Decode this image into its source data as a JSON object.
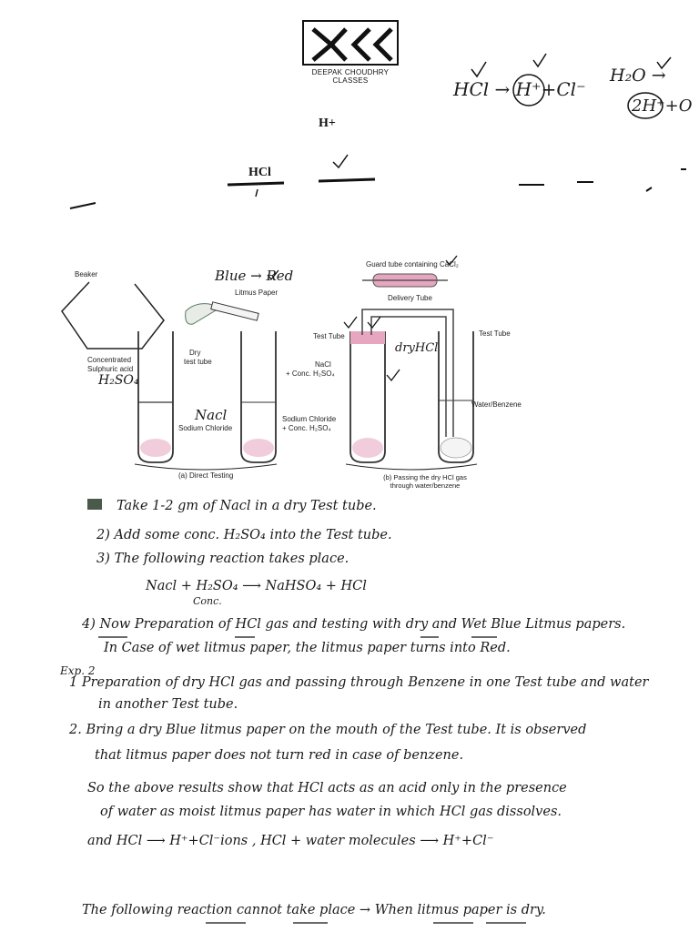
{
  "logo": {
    "caption": "DEEPAK CHOUDHRY CLASSES"
  },
  "top_notes": {
    "h_plus": "H+",
    "hcl": "HCl",
    "equation_part1": "HCl → H⁺+Cl⁻",
    "equation_part2": "H₂O →",
    "equation_part3": "2H⁺+O"
  },
  "diagram": {
    "left_labels": {
      "beaker": "Beaker",
      "acid_line1": "Concentrated",
      "acid_line2": "Sulphuric acid",
      "acid_formula": "H₂SO₄",
      "dry_tube_line1": "Dry",
      "dry_tube_line2": "test tube",
      "blue_red": "Blue → Red",
      "litmus_paper": "Litmus Paper",
      "nacl_hand": "Nacl",
      "sodium_chloride": "Sodium Chloride",
      "sodium_chloride_conc_line1": "Sodium Chloride",
      "sodium_chloride_conc_line2": "+ Conc. H₂SO₄",
      "caption": "(a) Direct Testing"
    },
    "right_labels": {
      "guard_tube": "Guard tube containing CaCl₂",
      "delivery_tube": "Delivery Tube",
      "test_tube_left": "Test Tube",
      "nacl_line1": "NaCl",
      "nacl_line2": "+ Conc. H₂SO₄",
      "dry_hcl": "dryHCl",
      "test_tube_right": "Test Tube",
      "water_benzene": "Water/Benzene",
      "caption_line1": "(b) Passing the dry HCl gas",
      "caption_line2": "through water/benzene"
    }
  },
  "notes": [
    "Take 1-2 gm of Nacl in a dry Test tube.",
    "2) Add some conc. H₂SO₄ into the Test tube.",
    "3) The following reaction takes place.",
    "Nacl + H₂SO₄  ⟶  NaHSO₄ + HCl",
    "Conc.",
    "4) Now Preparation of HCl gas and testing with dry and Wet Blue Litmus papers.",
    "In Case of wet litmus paper, the litmus paper turns into Red.",
    "Exp. 2",
    "1 Preparation of dry HCl gas and passing through Benzene in one Test tube and water",
    "in another Test tube.",
    "2. Bring a dry Blue litmus paper on the mouth of the Test tube. It is observed",
    "that litmus paper does not turn red in case of benzene.",
    "So the above results show that HCl acts as an acid only in the presence",
    "of water as moist litmus paper has water in which HCl gas dissolves.",
    "and HCl ⟶ H⁺+Cl⁻ions ,  HCl + water molecules ⟶ H⁺+Cl⁻",
    "The following reaction cannot take place → When litmus paper is dry."
  ]
}
